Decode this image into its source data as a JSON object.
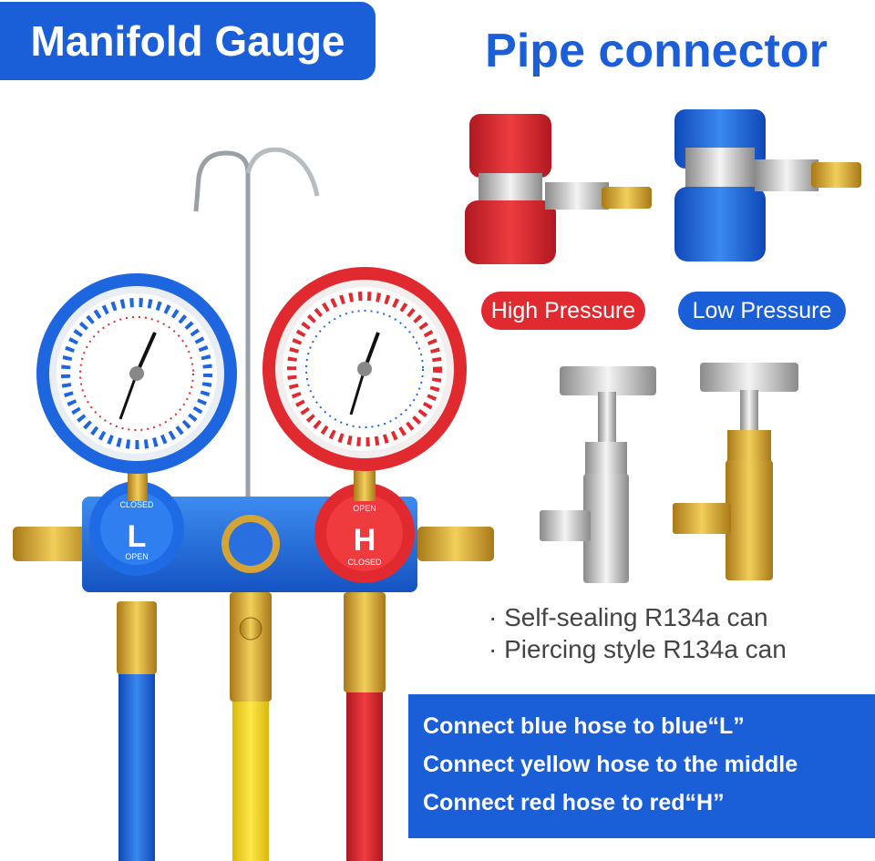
{
  "title": "Manifold Gauge",
  "heading": "Pipe connector",
  "connectors": {
    "high_label": "High Pressure",
    "low_label": "Low Pressure"
  },
  "gauges": {
    "low_knob_label": "L",
    "high_knob_label": "H",
    "closed_text": "CLOSED",
    "open_text": "OPEN"
  },
  "notes": [
    "· Self-sealing R134a can",
    "· Piercing style R134a can"
  ],
  "instructions": [
    "Connect blue hose to blue“L”",
    "Connect yellow hose to the middle",
    "Connect red hose to red“H”"
  ],
  "colors": {
    "brand_blue": "#1a5fd8",
    "red": "#e02a2f",
    "yellow": "#f2d21b",
    "brass": "#d4a437"
  }
}
